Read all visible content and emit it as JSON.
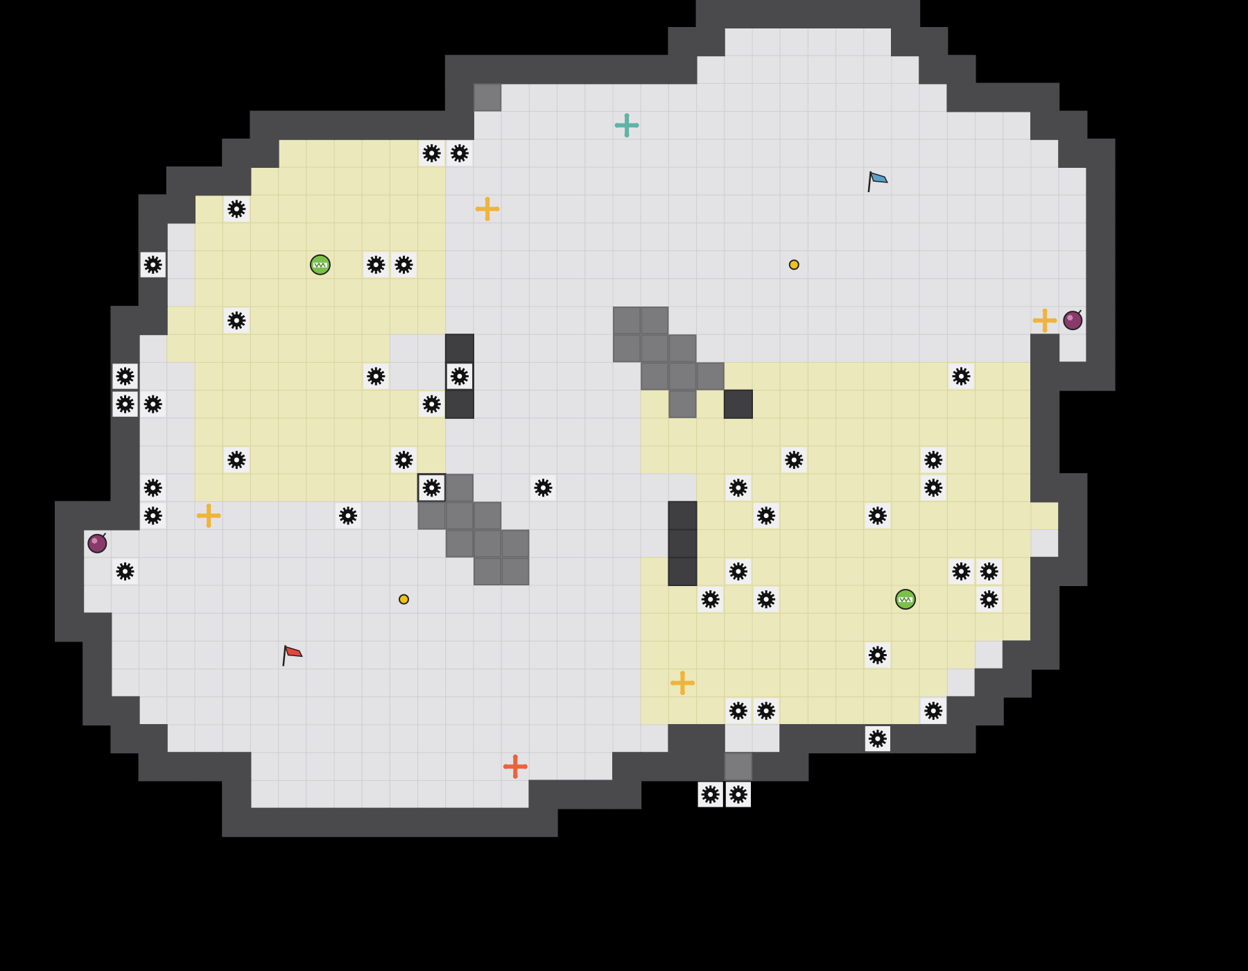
{
  "map": {
    "tile_grid": "level-layout",
    "colors": {
      "background": "#000000",
      "floor": "#e3e3e6",
      "yellow_zone": "#ebe8bc",
      "wall": "#4a4a4c",
      "block": "#7b7b7d",
      "mine": "#111111",
      "red_flag": "#e6453c",
      "blue_flag": "#5aa2c8",
      "orange_cross": "#f0b43a",
      "red_cross": "#e8643a",
      "teal_cross": "#5fb3a8",
      "bomb": "#8a3a6a",
      "green_token": "#7ac04a",
      "coin": "#f2c21a"
    },
    "items": {
      "flags": [
        {
          "team": "red",
          "icon": "red-flag-icon"
        },
        {
          "team": "blue",
          "icon": "blue-flag-icon"
        }
      ],
      "powerups": [
        {
          "type": "boost",
          "icon": "orange-cross-icon",
          "count": 4
        },
        {
          "type": "boost",
          "icon": "red-cross-icon",
          "count": 1
        },
        {
          "type": "boost",
          "icon": "teal-cross-icon",
          "count": 1
        },
        {
          "type": "bomb",
          "icon": "bomb-icon",
          "count": 2
        },
        {
          "type": "token",
          "icon": "green-token-icon",
          "count": 2
        },
        {
          "type": "coin",
          "icon": "coin-icon",
          "count": 2
        }
      ],
      "mines": {
        "icon": "spike-mine-icon"
      }
    }
  }
}
